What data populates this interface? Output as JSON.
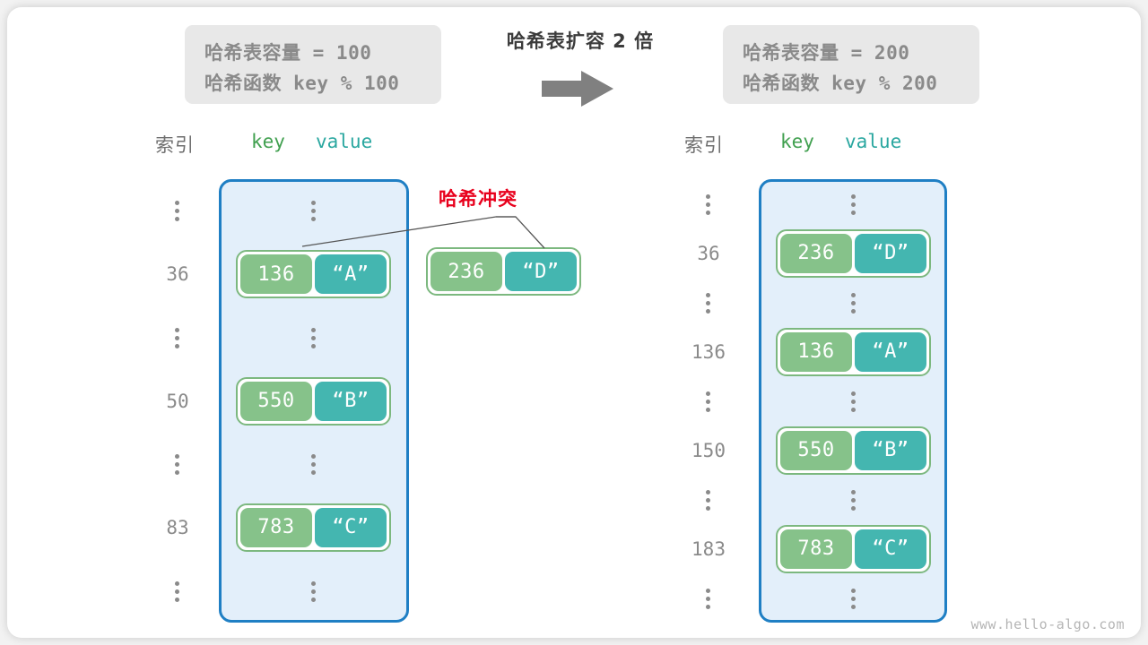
{
  "page": {
    "watermark": "www.hello-algo.com",
    "background": "#f2f2f2",
    "card_background": "#ffffff"
  },
  "colors": {
    "key_cell": "#86c28a",
    "value_cell": "#44b6b0",
    "bucket_fill": "#e3effa",
    "bucket_border": "#1f7fc4",
    "collision_red": "#e8001c",
    "info_box": "#e8e8e8",
    "muted_text": "#8a8a8a"
  },
  "header": {
    "left_box": {
      "line1": "哈希表容量 = 100",
      "line2": "哈希函数 key % 100"
    },
    "right_box": {
      "line1": "哈希表容量 = 200",
      "line2": "哈希函数 key % 200"
    },
    "middle_caption": "哈希表扩容 2 倍",
    "arrow_icon": "arrow-right-icon"
  },
  "annotation": {
    "collision_label": "哈希冲突"
  },
  "left_table": {
    "column_headers": {
      "index": "索引",
      "key": "key",
      "value": "value"
    },
    "rows": [
      {
        "type": "ellipsis",
        "index": "",
        "key": "",
        "value": ""
      },
      {
        "type": "pair",
        "index": "36",
        "key": "136",
        "value": "“A”"
      },
      {
        "type": "ellipsis",
        "index": "",
        "key": "",
        "value": ""
      },
      {
        "type": "pair",
        "index": "50",
        "key": "550",
        "value": "“B”"
      },
      {
        "type": "ellipsis",
        "index": "",
        "key": "",
        "value": ""
      },
      {
        "type": "pair",
        "index": "83",
        "key": "783",
        "value": "“C”"
      },
      {
        "type": "ellipsis",
        "index": "",
        "key": "",
        "value": ""
      }
    ]
  },
  "floating_pair": {
    "key": "236",
    "value": "“D”"
  },
  "right_table": {
    "column_headers": {
      "index": "索引",
      "key": "key",
      "value": "value"
    },
    "rows": [
      {
        "type": "ellipsis",
        "index": "",
        "key": "",
        "value": ""
      },
      {
        "type": "pair",
        "index": "36",
        "key": "236",
        "value": "“D”"
      },
      {
        "type": "ellipsis",
        "index": "",
        "key": "",
        "value": ""
      },
      {
        "type": "pair",
        "index": "136",
        "key": "136",
        "value": "“A”"
      },
      {
        "type": "ellipsis",
        "index": "",
        "key": "",
        "value": ""
      },
      {
        "type": "pair",
        "index": "150",
        "key": "550",
        "value": "“B”"
      },
      {
        "type": "ellipsis",
        "index": "",
        "key": "",
        "value": ""
      },
      {
        "type": "pair",
        "index": "183",
        "key": "783",
        "value": "“C”"
      },
      {
        "type": "ellipsis",
        "index": "",
        "key": "",
        "value": ""
      }
    ]
  }
}
